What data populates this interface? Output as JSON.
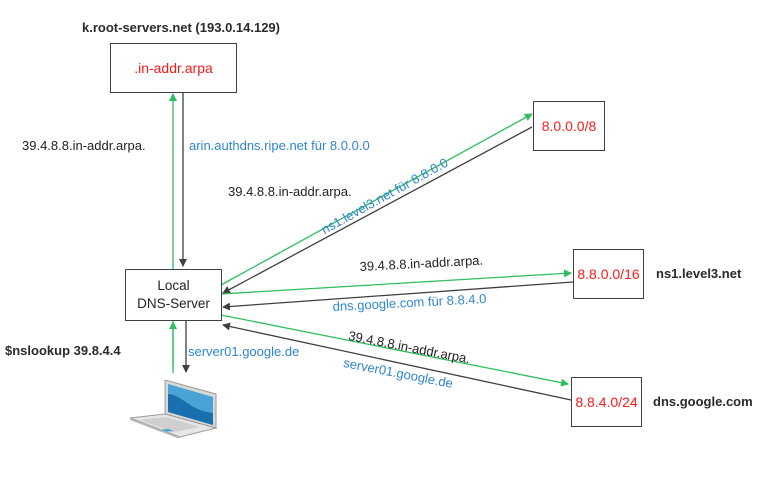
{
  "colors": {
    "query_arrow": "#2ebd5f",
    "response_arrow": "#404040",
    "zone_label": "#ff1a1a",
    "response_label": "#2f86d1",
    "query_label": "#222222"
  },
  "nodes": {
    "root": {
      "title": "k.root-servers.net (193.0.14.129)",
      "zone": ".in-addr.arpa"
    },
    "local_dns": {
      "line1": "Local",
      "line2": "DNS-Server"
    },
    "ns_8": {
      "zone": "8.0.0.0/8"
    },
    "ns_8_8": {
      "zone": "8.8.0.0/16",
      "name": "ns1.level3.net"
    },
    "ns_8_8_4": {
      "zone": "8.8.4.0/24",
      "name": "dns.google.com"
    },
    "client": {
      "command": "$nslookup 39.8.4.4",
      "icon": "laptop-icon"
    }
  },
  "edges": {
    "root_query": "39.4.8.8.in-addr.arpa.",
    "root_response": "arin.authdns.ripe.net für 8.0.0.0",
    "ns8_query": "39.4.8.8.in-addr.arpa.",
    "ns8_response": "ns1.level3.net für 8.8.0.0",
    "ns88_query": "39.4.8.8.in-addr.arpa.",
    "ns88_response": "dns.google.com für 8.8.4.0",
    "ns884_query": "39.4.8.8.in-addr.arpa.",
    "ns884_response": "server01.google.de",
    "client_response": "server01.google.de"
  }
}
